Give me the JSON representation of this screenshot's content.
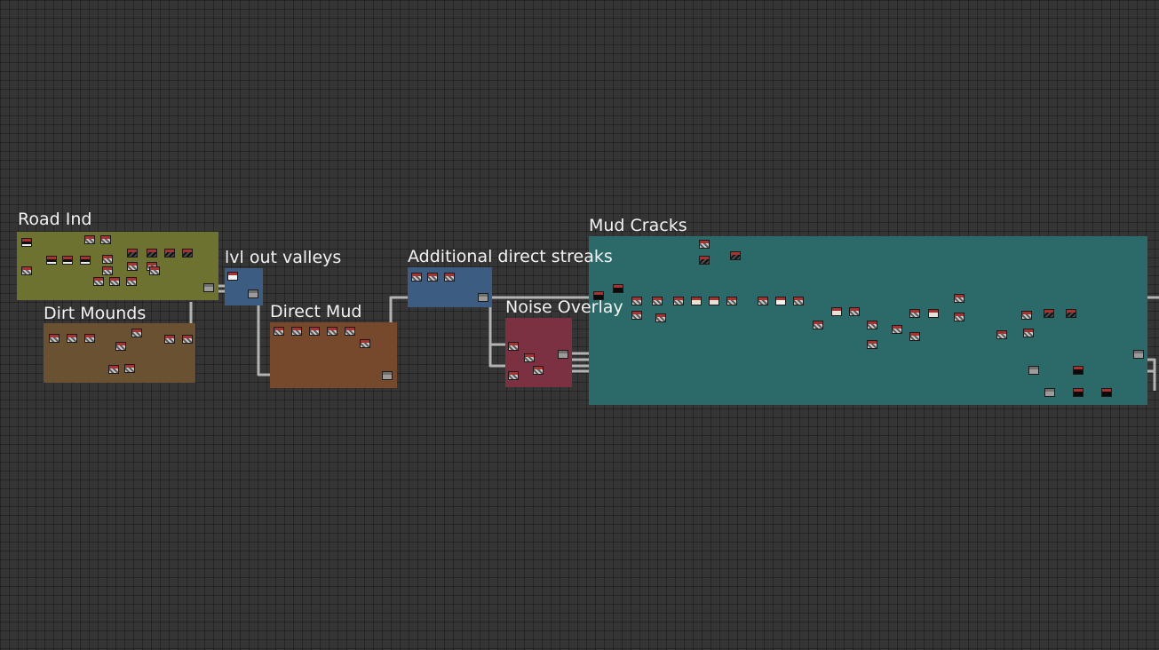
{
  "frames": [
    {
      "id": "road-ind",
      "title": "Road Ind",
      "color": "#6e7231"
    },
    {
      "id": "dirt-mounds",
      "title": "Dirt Mounds",
      "color": "#6a5132"
    },
    {
      "id": "lvl-out-valleys",
      "title": "lvl out valleys",
      "color": "#3c5c82"
    },
    {
      "id": "direct-mud",
      "title": "Direct Mud",
      "color": "#77492c"
    },
    {
      "id": "additional-direct-streaks",
      "title": "Additional direct streaks",
      "color": "#3c5c82"
    },
    {
      "id": "noise-overlay",
      "title": "Noise Overlay",
      "color": "#7c3143"
    },
    {
      "id": "mud-cracks",
      "title": "Mud Cracks",
      "color": "#2c6a6a"
    }
  ],
  "colors": {
    "canvas_bg": "#353535",
    "wire": "#b3b3b3",
    "wire_highlight": "#d99a2b"
  }
}
